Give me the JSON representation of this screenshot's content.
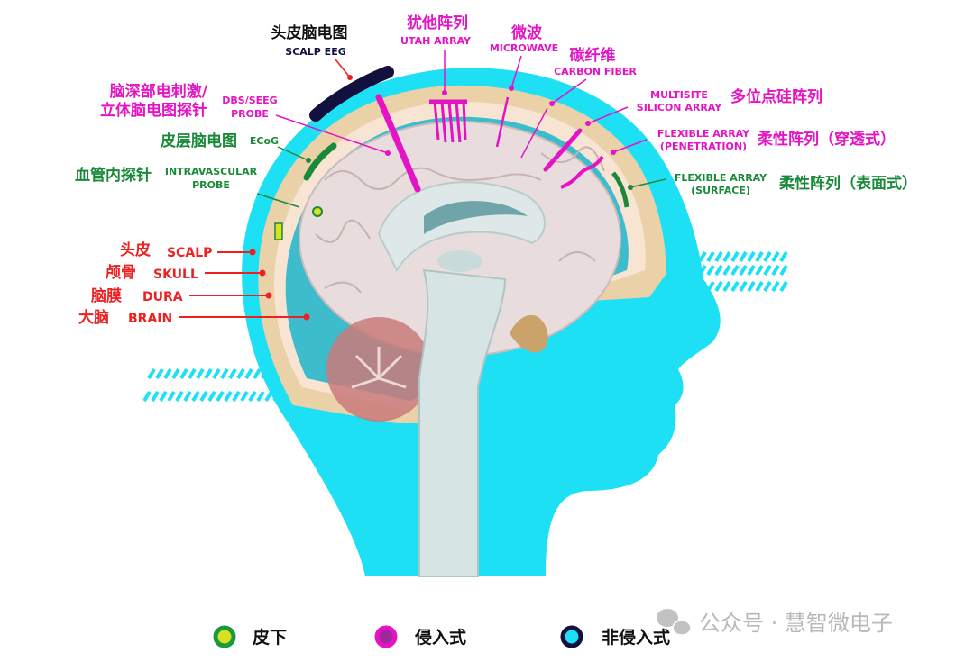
{
  "colors": {
    "invasive": "#e414c4",
    "subcutaneous": "#1a8a3a",
    "noninvasive": "#12103f",
    "anatomy": "#ee2020",
    "scalp": "#1ee0f5",
    "skull": "#ead1a8",
    "brain": "#e8dcdc"
  },
  "labels": {
    "scalp_eeg": {
      "zh": "头皮脑电图",
      "en": "SCALP EEG"
    },
    "utah": {
      "zh": "犹他阵列",
      "en": "UTAH ARRAY"
    },
    "microwave": {
      "zh": "微波",
      "en": "MICROWAVE"
    },
    "carbon": {
      "zh": "碳纤维",
      "en": "CARBON FIBER"
    },
    "multisite": {
      "zh": "多位点硅阵列",
      "en1": "MULTISITE",
      "en2": "SILICON ARRAY"
    },
    "flex_pen": {
      "zh": "柔性阵列（穿透式）",
      "en1": "FLEXIBLE ARRAY",
      "en2": "(PENETRATION)"
    },
    "flex_surf": {
      "zh": "柔性阵列（表面式）",
      "en1": "FLEXIBLE ARRAY",
      "en2": "(SURFACE)"
    },
    "dbs": {
      "zh1": "脑深部电刺激/",
      "zh2": "立体脑电图探针",
      "en1": "DBS/SEEG",
      "en2": "PROBE"
    },
    "ecog": {
      "zh": "皮层脑电图",
      "en": "ECoG"
    },
    "intravascular": {
      "zh": "血管内探针",
      "en1": "INTRAVASCULAR",
      "en2": "PROBE"
    },
    "scalp": {
      "zh": "头皮",
      "en": "SCALP"
    },
    "skull": {
      "zh": "颅骨",
      "en": "SKULL"
    },
    "dura": {
      "zh": "脑膜",
      "en": "DURA"
    },
    "brain": {
      "zh": "大脑",
      "en": "BRAIN"
    }
  },
  "legend": [
    {
      "label": "皮下",
      "icon": "green-yellow-ring"
    },
    {
      "label": "侵入式",
      "icon": "magenta-purple-ring"
    },
    {
      "label": "非侵入式",
      "icon": "navy-cyan-ring"
    }
  ],
  "watermark": "公众号 · 慧智微电子"
}
